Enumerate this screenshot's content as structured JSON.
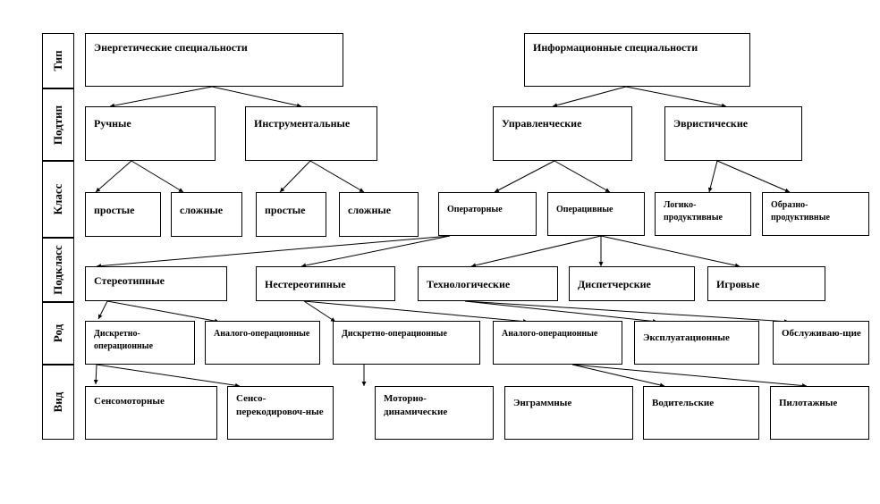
{
  "rows": {
    "type": "Тип",
    "subtype": "Подтип",
    "class": "Класс",
    "subclass": "Подкласс",
    "genus": "Род",
    "species": "Вид"
  },
  "nodes": {
    "energy": "Энергетические специальности",
    "info": "Информационные специальности",
    "manual": "Ручные",
    "instrumental": "Инструментальные",
    "managerial": "Управленческие",
    "heuristic": "Эвристические",
    "simple1": "простые",
    "complex1": "сложные",
    "simple2": "простые",
    "complex2": "сложные",
    "operator": "Операторные",
    "operational": "Операцивные",
    "logical": "Логико-продуктивные",
    "figurative": "Образно-продуктивные",
    "stereo": "Стереотипные",
    "nonstereo": "Нестереотипные",
    "technological": "Технологические",
    "dispatcher": "Диспетчерские",
    "game": "Игровые",
    "discrete1": "Дискретно-операционные",
    "analog1": "Аналого-операционные",
    "discrete2": "Дискретно-операционные",
    "analog2": "Аналого-операционные",
    "exploitation": "Эксплуатационные",
    "servicing": "Обслуживаю-щие",
    "sensomotor": "Сенсомоторные",
    "sensorecoding": "Сенсо-перекодировоч-ные",
    "motordynamic": "Моторно-динамические",
    "engram": "Энграммные",
    "driver": "Водительские",
    "pilot": "Пилотажные"
  },
  "colors": {
    "line": "#000000",
    "background": "#ffffff"
  }
}
